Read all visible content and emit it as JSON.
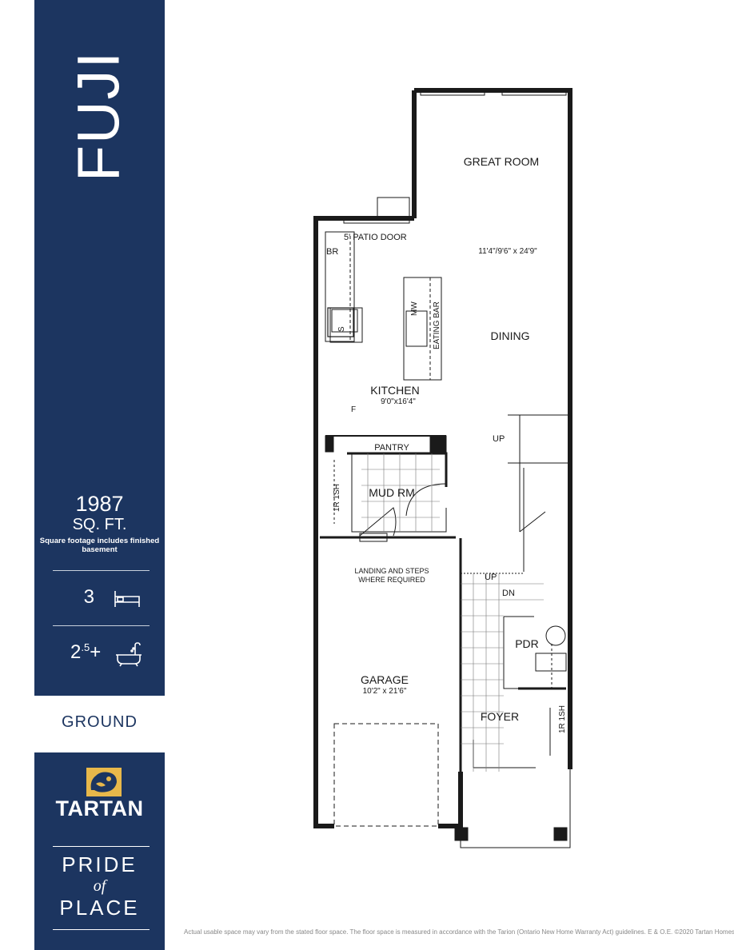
{
  "model": {
    "name": "FUJI"
  },
  "stats": {
    "sqft_value": "1987",
    "sqft_unit": "SQ. FT.",
    "sqft_note": "Square footage includes finished basement",
    "bedrooms": "3",
    "bathrooms_base": "2",
    "bathrooms_sup": ".5",
    "bathrooms_suffix": "+"
  },
  "floor_label": "GROUND",
  "brand": {
    "name": "TARTAN",
    "tagline_1": "PRIDE",
    "tagline_2": "of",
    "tagline_3": "PLACE"
  },
  "plan": {
    "great_room": "GREAT ROOM",
    "patio_door": "5'  PATIO DOOR",
    "great_room_dims": "11'4\"/9'6\" x 24'9\"",
    "br": "BR",
    "mw": "MW",
    "s": "S",
    "eating_bar": "EATING BAR",
    "dining": "DINING",
    "kitchen": "KITCHEN",
    "kitchen_dims": "9'0\"x16'4\"",
    "f": "F",
    "up_stair": "UP",
    "pantry": "PANTRY",
    "mud_rm": "MUD RM",
    "shelf_mud": "1R 1SH",
    "landing_1": "LANDING AND STEPS",
    "landing_2": "WHERE REQUIRED",
    "up_foyer": "UP",
    "dn_foyer": "DN",
    "pdr": "PDR",
    "garage": "GARAGE",
    "garage_dims": "10'2\" x 21'6\"",
    "foyer": "FOYER",
    "shelf_foyer": "1R 1SH"
  },
  "disclaimer": "Actual usable space may vary from the stated floor space. The floor space is measured in accordance with the Tarion (Ontario New Home Warranty Act) guidelines. E & O.E. ©2020 Tartan Homes.",
  "colors": {
    "navy": "#1c3560",
    "logo_gold": "#e8b84a"
  },
  "icons": [
    "bed-icon",
    "bathtub-icon",
    "tartan-lion-logo-icon"
  ]
}
